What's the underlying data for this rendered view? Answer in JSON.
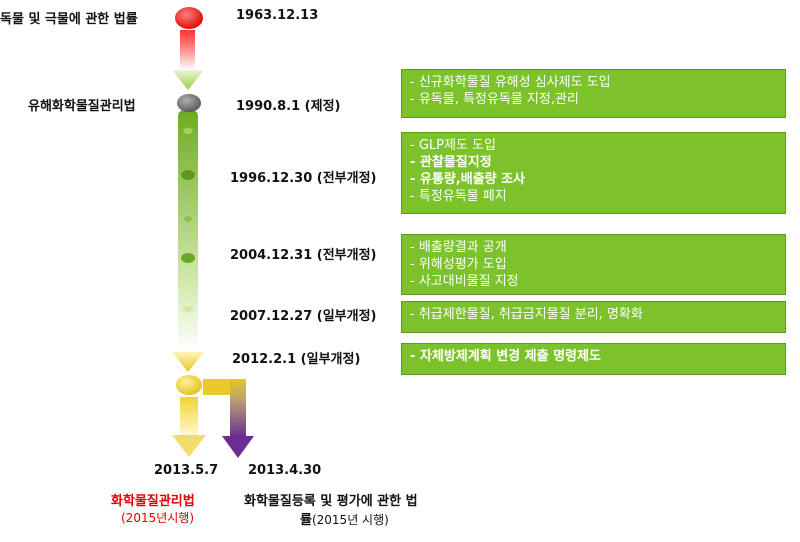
{
  "origin": {
    "law": "독물 및 극물에 관한 법률",
    "date": "1963.12.13"
  },
  "law_1990": "유해화학물질관리법",
  "milestones": [
    {
      "date": "1990.8.1 (제정)",
      "items": [
        "- 신규화학물질 유해성 심사제도 도입",
        "- 유독물, 특정유독물 지정,관리"
      ]
    },
    {
      "date": "1996.12.30 (전부개정)",
      "items": [
        "- GLP제도 도입",
        "- 관찰물질지정",
        "- 유통량,배출량 조사",
        "- 특정유독물 폐지"
      ]
    },
    {
      "date": "2004.12.31 (전부개정)",
      "items": [
        "- 배출량결과 공개",
        "- 위해성평가 도입",
        "- 사고대비물질 지정"
      ]
    },
    {
      "date": "2007.12.27 (일부개정)",
      "items": [
        "- 취급제한물질, 취급금지물질 분리, 명확화"
      ]
    },
    {
      "date": "2012.2.1 (일부개정)",
      "items": [
        "- 자체방제계획 변경 제출 명령제도"
      ]
    }
  ],
  "outcome_left": {
    "date": "2013.5.7",
    "law": "화학물질관리법",
    "note": "(2015년시행)"
  },
  "outcome_right": {
    "date": "2013.4.30",
    "law_line1": "화학물질등록 및 평가에 관한 법",
    "law_line2": "률",
    "note": "(2015년 시행)"
  },
  "colors": {
    "green": "#7cc22b",
    "red": "#e00000",
    "purple": "#7a3fa0",
    "yellow": "#e8c420"
  }
}
